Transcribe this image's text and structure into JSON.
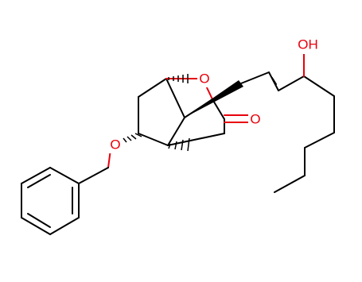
{
  "molecule": {
    "labels": {
      "hydroxyl": "OH",
      "ring_oxygen": "O",
      "carbonyl_oxygen": "O",
      "ether_oxygen": "O"
    },
    "colors": {
      "bond": "#000000",
      "heteroatom": "#e8000b",
      "background": "#ffffff"
    }
  }
}
